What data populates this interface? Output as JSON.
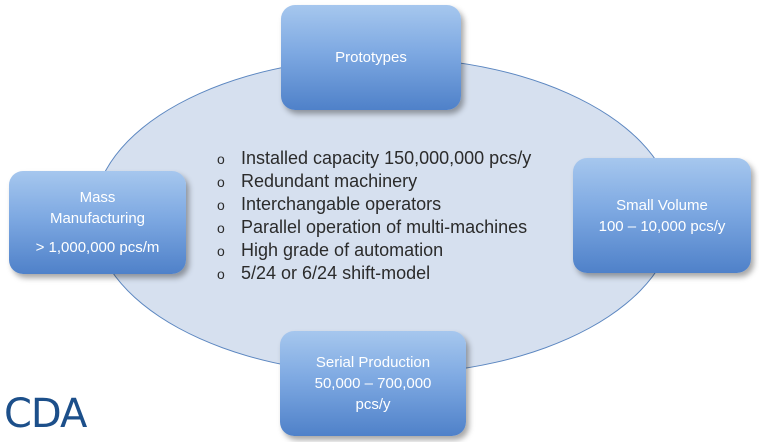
{
  "nodes": {
    "top": {
      "lines": [
        "Prototypes"
      ]
    },
    "left": {
      "lines": [
        "Mass",
        "Manufacturing",
        "> 1,000,000 pcs/m"
      ]
    },
    "right": {
      "lines": [
        "Small Volume",
        "100 – 10,000 pcs/y"
      ]
    },
    "bottom": {
      "lines": [
        "Serial Production",
        "50,000 – 700,000",
        "pcs/y"
      ]
    }
  },
  "center_list": {
    "bullet": "o",
    "items": [
      "Installed capacity 150,000,000 pcs/y",
      "Redundant machinery",
      "Interchangable operators",
      "Parallel operation of multi-machines",
      "High grade of automation",
      "5/24 or 6/24 shift-model"
    ]
  },
  "logo": {
    "text": "CDA"
  },
  "colors": {
    "ellipse_fill": "#d6e0ef",
    "ellipse_stroke": "#5b86c0",
    "box_top": "#a6c7ee",
    "box_bottom": "#4f81c9",
    "logo": "#1c4f8a"
  }
}
